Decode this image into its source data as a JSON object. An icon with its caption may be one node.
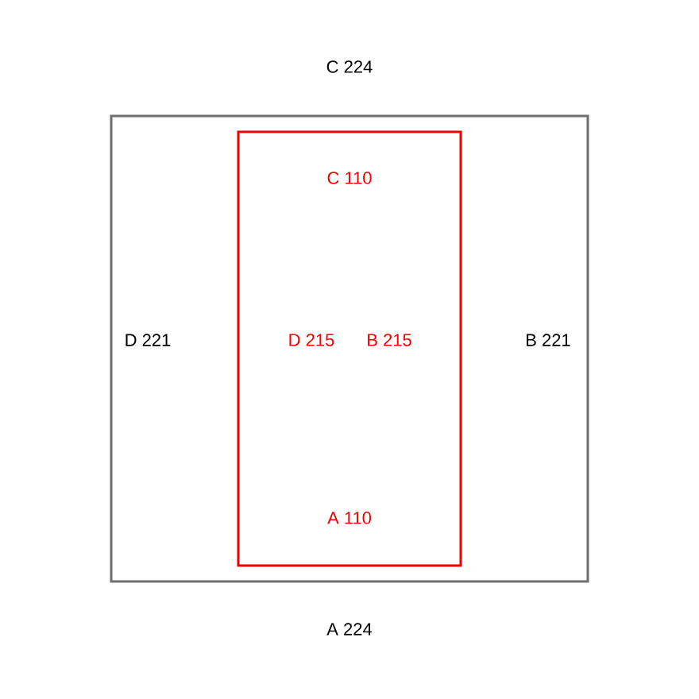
{
  "diagram": {
    "nodes": [
      {
        "text": [
          "C 224",
          "D 221",
          "B 221",
          "A 224"
        ]
      },
      {
        "text": [
          "C 110",
          "D 215",
          "B 215",
          "A 110"
        ],
        "in": 0
      }
    ]
  }
}
